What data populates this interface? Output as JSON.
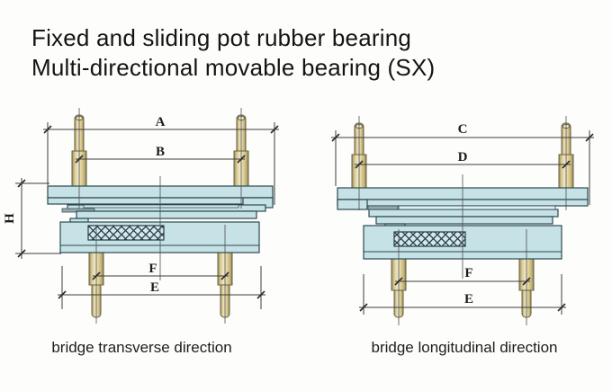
{
  "title": {
    "line1": "Fixed and sliding pot rubber bearing",
    "line2": "Multi-directional movable bearing (SX)"
  },
  "diagrams": {
    "left": {
      "caption": "bridge transverse direction",
      "dims": {
        "A": "A",
        "B": "B",
        "H": "H",
        "F": "F",
        "E": "E"
      }
    },
    "right": {
      "caption": "bridge longitudinal direction",
      "dims": {
        "C": "C",
        "D": "D",
        "F": "F",
        "E": "E"
      }
    }
  },
  "colors": {
    "background": "#fdfdfb",
    "plate_fill": "#c6e2e6",
    "plate_light": "#dceff1",
    "plate_gray": "#93aaad",
    "outline": "#2c4a50",
    "bolt_fill": "#e3d69e",
    "bolt_edge": "#6a5f40",
    "hatch_line": "#263d47",
    "dimension_line": "#3d3d3d",
    "label_text": "#1c1c1c"
  }
}
